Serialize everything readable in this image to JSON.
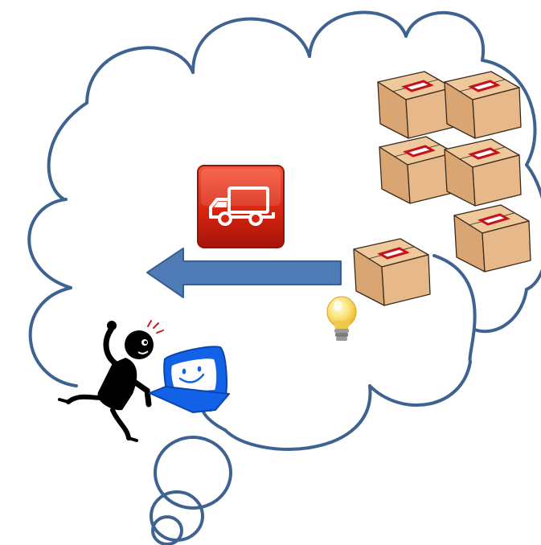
{
  "scene": {
    "elements": [
      "thought-cloud",
      "stacked-cardboard-boxes",
      "delivery-truck-icon",
      "left-arrow",
      "light-bulb-icon",
      "stick-figure-person",
      "smiling-computer-icon"
    ],
    "box_count": 6
  },
  "colors": {
    "cloud_stroke": "#3f6390",
    "arrow_fill": "#4f7cb6",
    "arrow_stroke": "#395f8e",
    "box_front": "#e6b88a",
    "box_top": "#efc89b",
    "box_side": "#d9a673",
    "box_stroke": "#3a2a1c",
    "label_red": "#c8121b",
    "truck_red": "#e8321b",
    "truck_red_dark": "#9a0f06",
    "computer_blue": "#1262e8",
    "bulb_yellow": "#f7d24a",
    "figure_black": "#000000"
  }
}
